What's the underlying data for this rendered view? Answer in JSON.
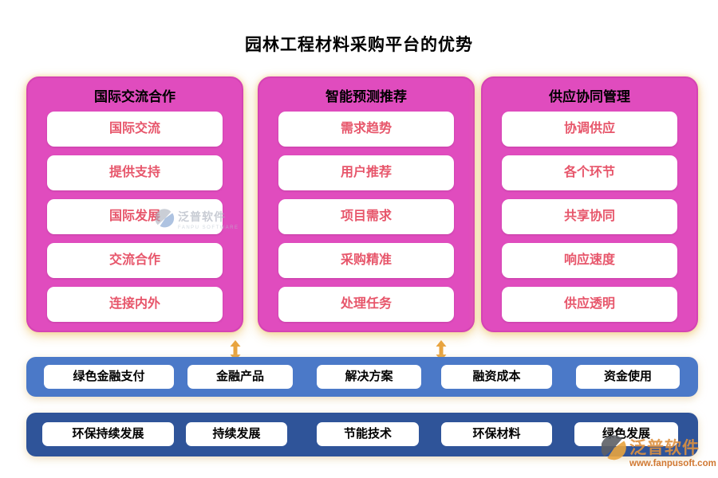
{
  "title": "园林工程材料采购平台的优势",
  "columns": [
    {
      "header": "国际交流合作",
      "items": [
        "国际交流",
        "提供支持",
        "国际发展",
        "交流合作",
        "连接内外"
      ]
    },
    {
      "header": "智能预测推荐",
      "items": [
        "需求趋势",
        "用户推荐",
        "项目需求",
        "采购精准",
        "处理任务"
      ]
    },
    {
      "header": "供应协同管理",
      "items": [
        "协调供应",
        "各个环节",
        "共享协同",
        "响应速度",
        "供应透明"
      ]
    }
  ],
  "bars": [
    {
      "items": [
        "绿色金融支付",
        "金融产品",
        "解决方案",
        "融资成本",
        "资金使用"
      ]
    },
    {
      "items": [
        "环保持续发展",
        "持续发展",
        "节能技术",
        "环保材料",
        "绿色发展"
      ]
    }
  ],
  "watermarks": {
    "inline": {
      "name": "泛普软件",
      "subtitle": "FANPU SOFTWARE"
    },
    "corner": {
      "name": "泛普软件",
      "url": "www.fanpusoft.com"
    }
  },
  "icons": {
    "double_arrow": "vertical-double-headed-arrow",
    "logo": "fanpu-swoosh"
  },
  "colors": {
    "column_fill": "#E04CBE",
    "column_border": "#D443B4",
    "pill_text": "#E7566B",
    "bar1_fill": "#4B79C8",
    "bar2_fill": "#2F5499",
    "bar_pill_text": "#000000",
    "arrow": "#E8A43F",
    "title_text": "#000000",
    "glow": "#F0CD82",
    "watermark_gray": "#A7ADBA",
    "watermark_orange": "#DE9140"
  }
}
